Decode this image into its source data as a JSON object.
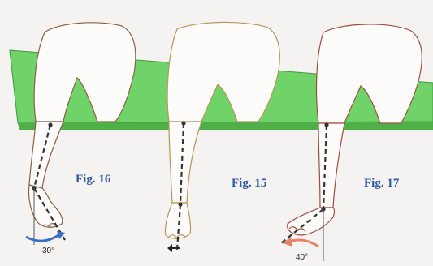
{
  "figures": [
    {
      "id": "fig16",
      "label": "Fig. 16",
      "angle": "30°",
      "arrow_color": "#3a6fc1"
    },
    {
      "id": "fig15",
      "label": "Fig. 15"
    },
    {
      "id": "fig17",
      "label": "Fig. 17",
      "angle": "40°",
      "arrow_color": "#e8836a"
    }
  ],
  "colors": {
    "table_top": "#6fd36a",
    "table_edge": "#3f9a3a",
    "skin_fill": "#fdfcfa",
    "skin_stroke_left": "#8a6040",
    "skin_stroke_middle": "#b8955a",
    "skin_stroke_right": "#9c4f3f",
    "axis_line": "#333333"
  }
}
